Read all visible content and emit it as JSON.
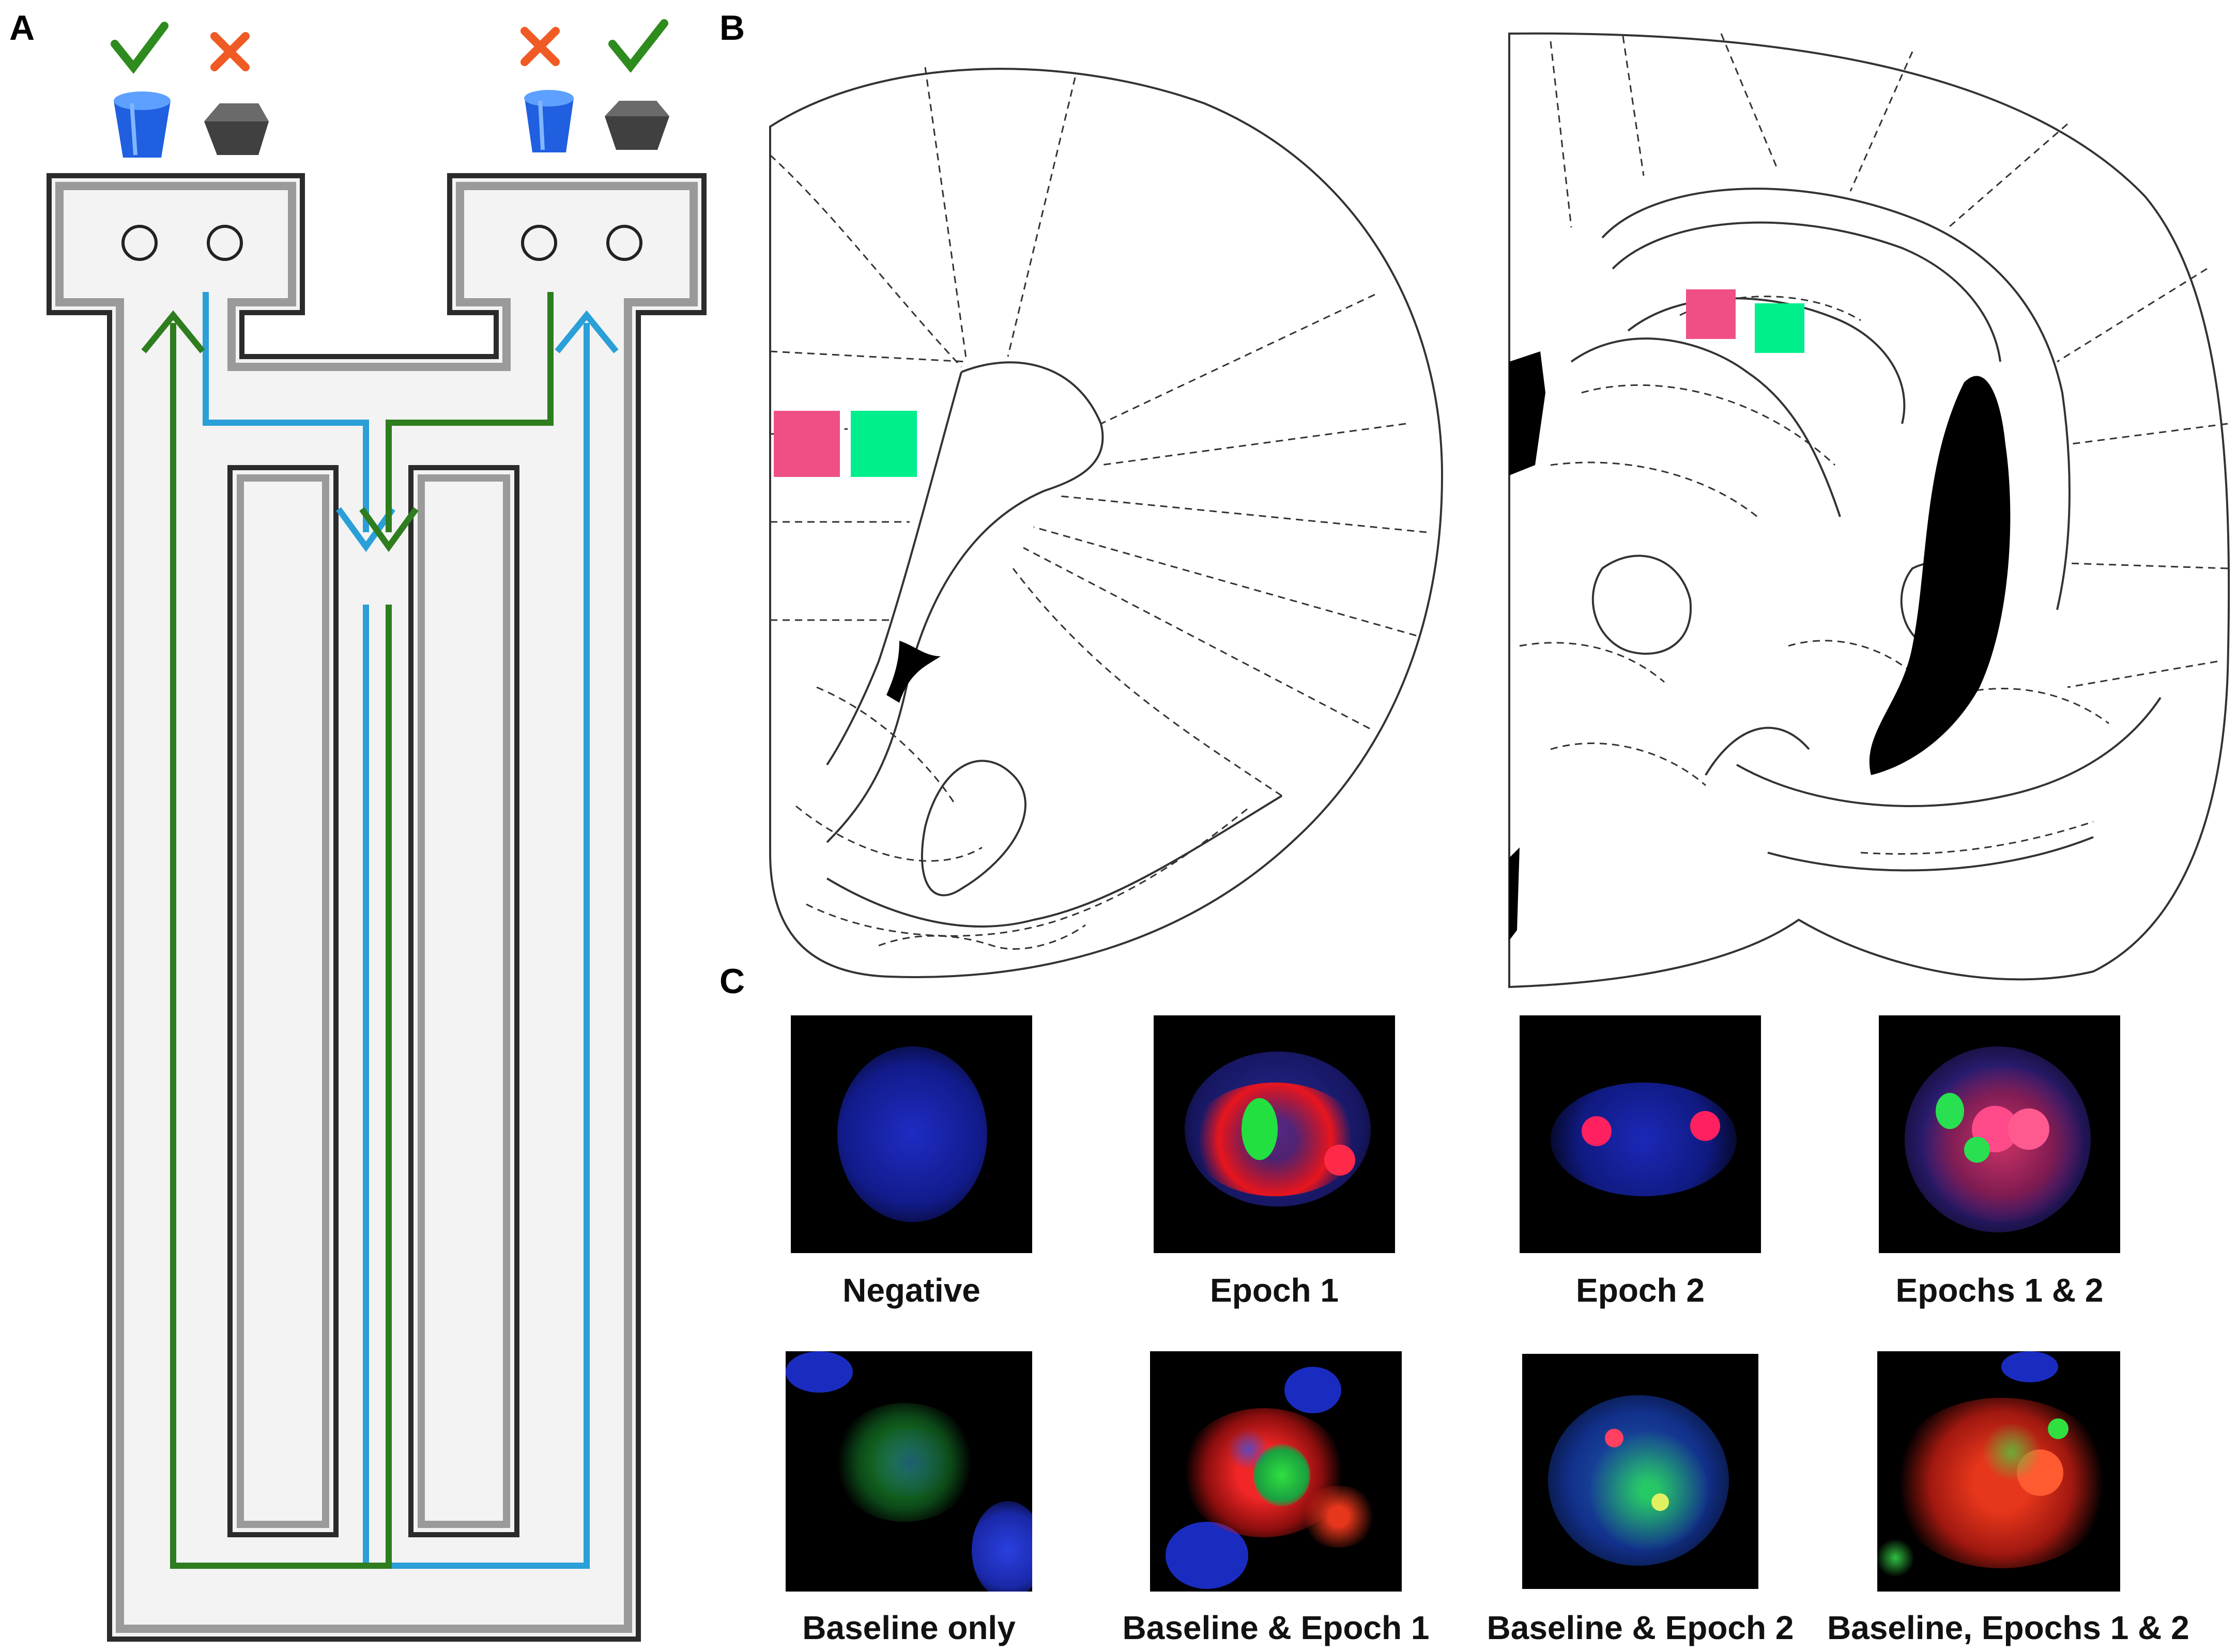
{
  "panels": {
    "a": "A",
    "b": "B",
    "c": "C"
  },
  "colors": {
    "route_green": "#2e7d1e",
    "route_blue": "#2a9fd8",
    "check_green": "#2e8b1e",
    "cross_orange": "#f05a24",
    "marker_pink": "#f04f86",
    "marker_green": "#00ee8c",
    "cup_blue": "#1f5fe0",
    "block_grey": "#404040"
  },
  "maze": {
    "left_arm": {
      "correct_object": "blue-cup",
      "incorrect_object": "grey-block"
    },
    "right_arm": {
      "correct_object": "grey-block",
      "incorrect_object": "blue-cup"
    }
  },
  "cells": [
    {
      "label": "Negative"
    },
    {
      "label": "Epoch 1"
    },
    {
      "label": "Epoch 2"
    },
    {
      "label": "Epochs 1 & 2"
    },
    {
      "label": "Baseline only"
    },
    {
      "label": "Baseline & Epoch 1"
    },
    {
      "label": "Baseline & Epoch 2"
    },
    {
      "label": "Baseline, Epochs 1 & 2"
    }
  ]
}
